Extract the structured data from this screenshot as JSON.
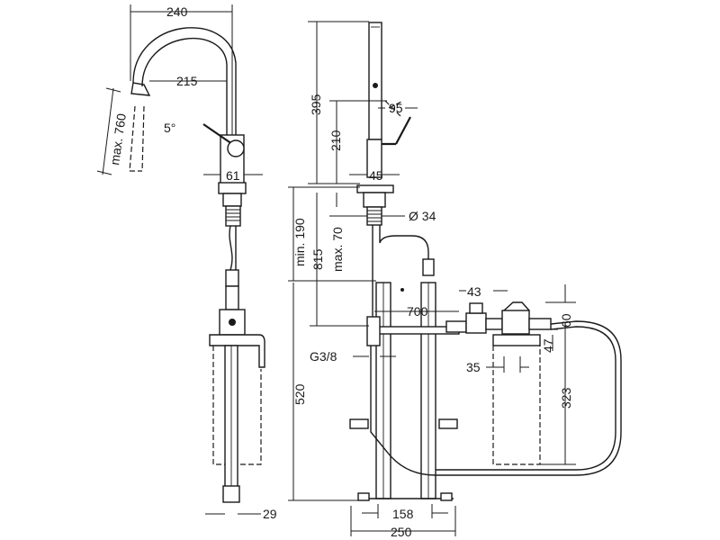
{
  "dimensions": {
    "spout_reach": "240",
    "spout_inner": "215",
    "hose_pullout": "max. 760",
    "angle": "5°",
    "body_width": "61",
    "bottom_width": "29",
    "total_height": "395",
    "lever_height": "210",
    "lever_width": "95",
    "base_width": "45",
    "hole_diameter": "Ø 34",
    "min_depth": "min. 190",
    "shank_length": "815",
    "max_thickness": "max. 70",
    "connection_length": "700",
    "filter_offset": "43",
    "filter_gap": "60",
    "filter_mid": "47",
    "filter_height": "323",
    "filter_connect": "35",
    "thread": "G3/8",
    "lower_height": "520",
    "stand_inner": "158",
    "stand_outer": "250"
  }
}
